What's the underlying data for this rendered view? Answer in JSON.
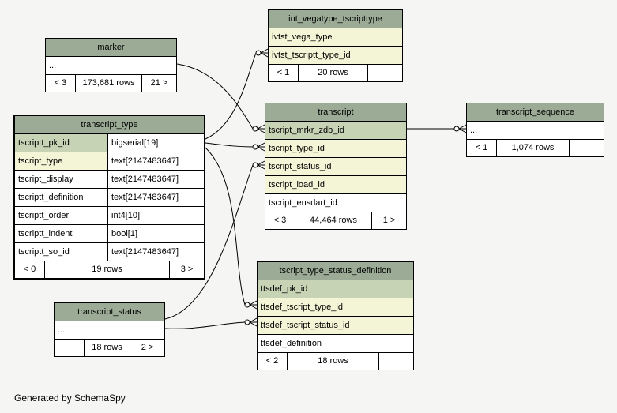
{
  "page": {
    "note": "Generated by SchemaSpy"
  },
  "colors": {
    "background": "#f5f6f3",
    "table_header": "#9bab96",
    "primary_key_row": "#c6d3b4",
    "indexed_row": "#f4f5d6",
    "border": "#000000"
  },
  "tables": {
    "int_vegatype_tscripttype": {
      "title": "int_vegatype_tscripttype",
      "rows": [
        "ivtst_vega_type",
        "ivtst_tscriptt_type_id"
      ],
      "footer": {
        "left": "< 1",
        "rows": "20 rows",
        "right": ""
      }
    },
    "marker": {
      "title": "marker",
      "rows": [
        "..."
      ],
      "footer": {
        "left": "< 3",
        "rows": "173,681 rows",
        "right": "21 >"
      }
    },
    "transcript_type": {
      "title": "transcript_type",
      "columns": [
        {
          "name": "tscriptt_pk_id",
          "type": "bigserial[19]"
        },
        {
          "name": "tscript_type",
          "type": "text[2147483647]"
        },
        {
          "name": "tscript_display",
          "type": "text[2147483647]"
        },
        {
          "name": "tscriptt_definition",
          "type": "text[2147483647]"
        },
        {
          "name": "tscriptt_order",
          "type": "int4[10]"
        },
        {
          "name": "tscriptt_indent",
          "type": "bool[1]"
        },
        {
          "name": "tscriptt_so_id",
          "type": "text[2147483647]"
        }
      ],
      "footer": {
        "left": "< 0",
        "rows": "19 rows",
        "right": "3 >"
      }
    },
    "transcript": {
      "title": "transcript",
      "rows": [
        "tscript_mrkr_zdb_id",
        "tscript_type_id",
        "tscript_status_id",
        "tscript_load_id",
        "tscript_ensdart_id"
      ],
      "footer": {
        "left": "< 3",
        "rows": "44,464 rows",
        "right": "1 >"
      }
    },
    "transcript_sequence": {
      "title": "transcript_sequence",
      "rows": [
        "..."
      ],
      "footer": {
        "left": "< 1",
        "rows": "1,074 rows",
        "right": ""
      }
    },
    "tscript_type_status_definition": {
      "title": "tscript_type_status_definition",
      "rows": [
        "ttsdef_pk_id",
        "ttsdef_tscript_type_id",
        "ttsdef_tscript_status_id",
        "ttsdef_definition"
      ],
      "footer": {
        "left": "< 2",
        "rows": "18 rows",
        "right": ""
      }
    },
    "transcript_status": {
      "title": "transcript_status",
      "rows": [
        "..."
      ],
      "footer": {
        "left": "",
        "rows": "18 rows",
        "right": "2 >"
      }
    }
  }
}
